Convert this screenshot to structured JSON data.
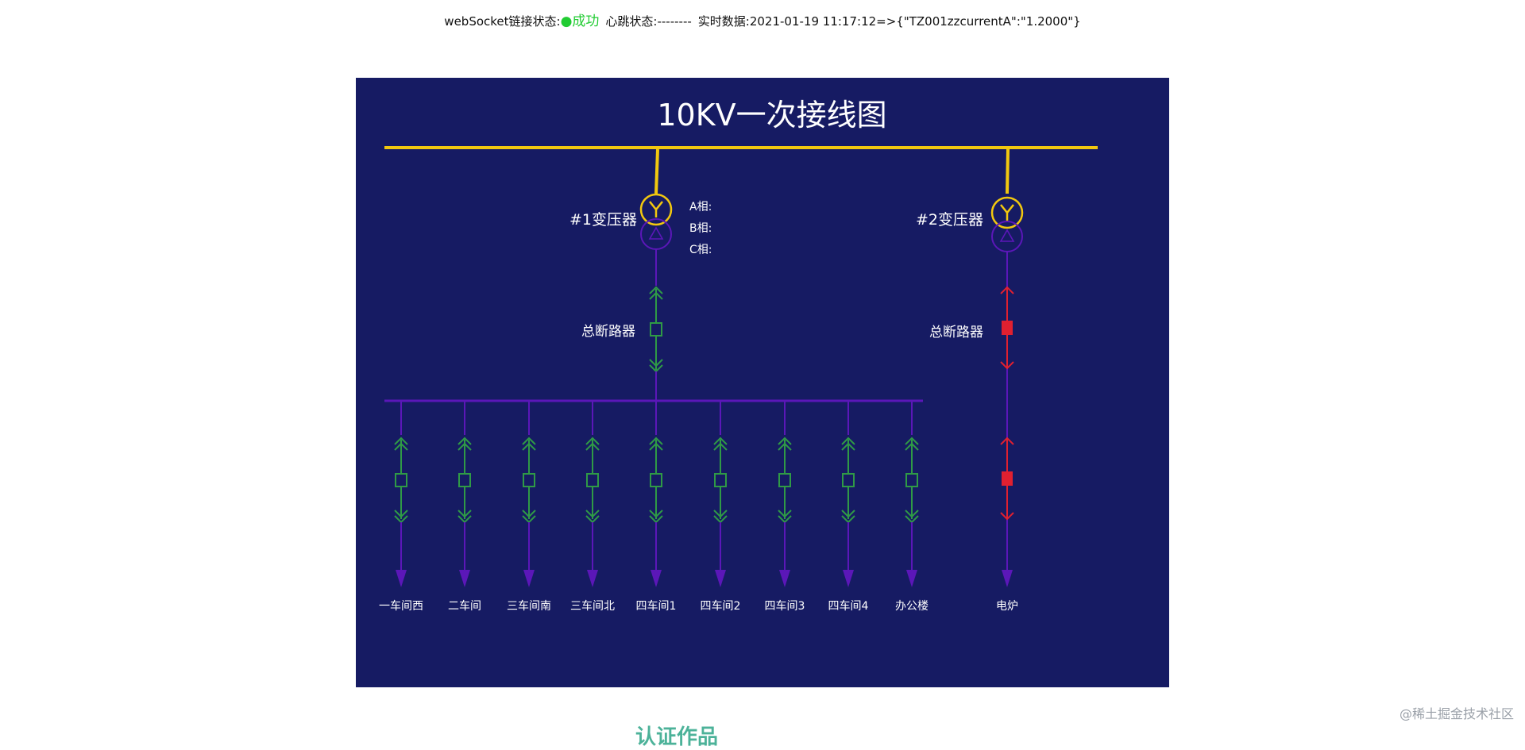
{
  "status": {
    "ws_label": "webSocket链接状态:",
    "ws_dot": "●",
    "ws_value": "成功",
    "hb_label": "心跳状态:--------",
    "rt_label": "实时数据:",
    "rt_value": "2021-01-19 11:17:12=>{\"TZ001zzcurrentA\":\"1.2000\"}"
  },
  "diagram": {
    "title": "10KV一次接线图",
    "transformer1": {
      "label": "#1变压器",
      "phases": [
        "A相:",
        "B相:",
        "C相:"
      ]
    },
    "transformer2": {
      "label": "#2变压器"
    },
    "breaker1_label": "总断路器",
    "breaker2_label": "总断路器",
    "feeders": [
      "一车间西",
      "二车间",
      "三车间南",
      "三车间北",
      "四车间1",
      "四车间2",
      "四车间3",
      "四车间4",
      "办公楼"
    ],
    "feeder_right": "电炉",
    "colors": {
      "background": "#161b63",
      "busbar": "#f2c80f",
      "line": "#5b17b8",
      "breaker_closed": "#2f9a46",
      "breaker_open": "#e02030",
      "text": "#ffffff"
    }
  },
  "watermark": "@稀土掘金技术社区",
  "footer_teaser": "认证作品"
}
